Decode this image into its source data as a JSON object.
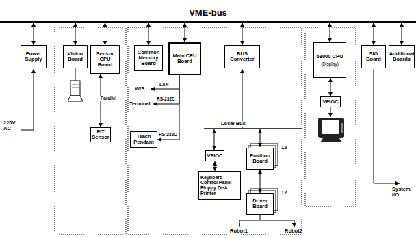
{
  "diagram": {
    "title": "VME-bus",
    "nodes": [
      {
        "text": [
          "VME-bus"
        ]
      },
      {
        "text": [
          "Power Supply"
        ]
      },
      {
        "text": [
          "Vision Board"
        ]
      },
      {
        "text": [
          "Sensor CPU Board"
        ]
      },
      {
        "text": [
          "Common Memory Board"
        ]
      },
      {
        "text": [
          "Main CPU Board"
        ]
      },
      {
        "text": [
          "BUS Converter"
        ]
      },
      {
        "text": [
          "68000 CPU",
          "(Display)"
        ]
      },
      {
        "text": [
          "SIO Board"
        ]
      },
      {
        "text": [
          "Additional Boards"
        ]
      },
      {
        "text": [
          "F/T Sensor"
        ]
      },
      {
        "text": [
          "Teach Pendant"
        ]
      },
      {
        "text": [
          "VFIOC"
        ]
      },
      {
        "text": [
          "Keyboard Control Panel Floppy Disk Printer"
        ]
      },
      {
        "text": [
          "Position Board"
        ]
      },
      {
        "text": [
          "Driver Board"
        ]
      },
      {
        "text": [
          "VFIOC"
        ]
      }
    ],
    "edges": [
      {
        "from": 0,
        "to": 1,
        "arrow": "both"
      },
      {
        "from": 0,
        "to": 2,
        "arrow": "both"
      },
      {
        "from": 0,
        "to": 3,
        "arrow": "both"
      },
      {
        "from": 0,
        "to": 4,
        "arrow": "both"
      },
      {
        "from": 0,
        "to": 5,
        "arrow": "both"
      },
      {
        "from": 0,
        "to": 6,
        "arrow": "both"
      },
      {
        "from": 0,
        "to": 7,
        "arrow": "both"
      },
      {
        "from": 0,
        "to": 8,
        "arrow": "both"
      },
      {
        "from": 0,
        "to": 9,
        "arrow": "both"
      },
      {
        "from": 3,
        "to": 10,
        "label": "Parallel",
        "arrow": "both"
      },
      {
        "from": 5,
        "to": 11,
        "label": "RS-232C",
        "arrow": "to"
      },
      {
        "from": 12,
        "to": 13,
        "arrow": "both"
      },
      {
        "from": 14,
        "to": 15,
        "arrow": "both"
      },
      {
        "from": 7,
        "to": 16,
        "arrow": "both"
      }
    ],
    "labels": [
      "220V AC",
      "W/S",
      "LAN",
      "Terminal",
      "RS-232C",
      "Local Bus",
      "12",
      "12",
      "Robot1",
      "Robot2",
      "System I/O"
    ]
  }
}
